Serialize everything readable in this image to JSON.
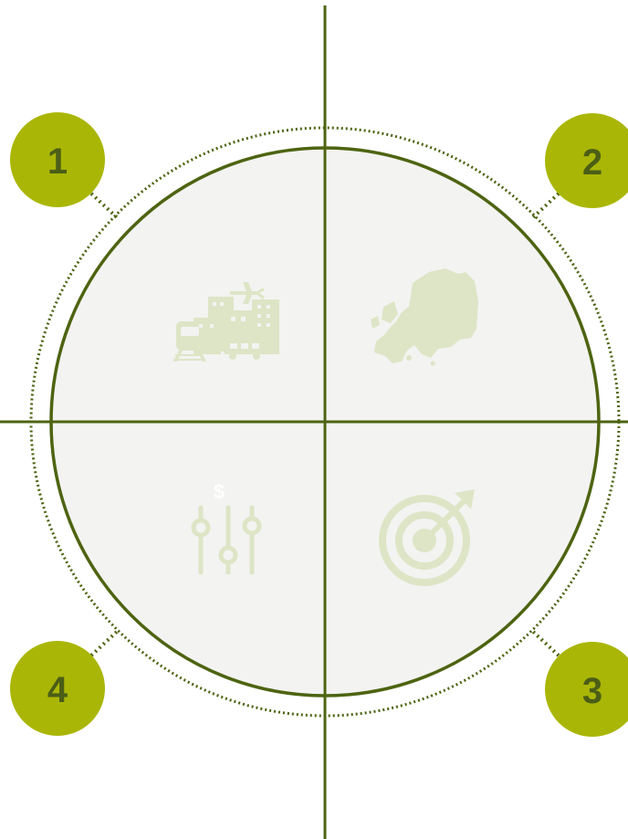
{
  "badges": [
    {
      "label": "1"
    },
    {
      "label": "2"
    },
    {
      "label": "3"
    },
    {
      "label": "4"
    }
  ],
  "icons": {
    "top_left": "city-buildings-icon",
    "top_right": "europe-map-icon",
    "bottom_left": "dollar-sliders-icon",
    "bottom_right": "target-arrow-icon"
  },
  "dollar_sign": "$",
  "colors": {
    "line": "#4d6411",
    "badge": "#aab606",
    "badge_text": "#4b5e16",
    "circle_fill": "#f3f3f1",
    "icon": "#dde5c6"
  }
}
